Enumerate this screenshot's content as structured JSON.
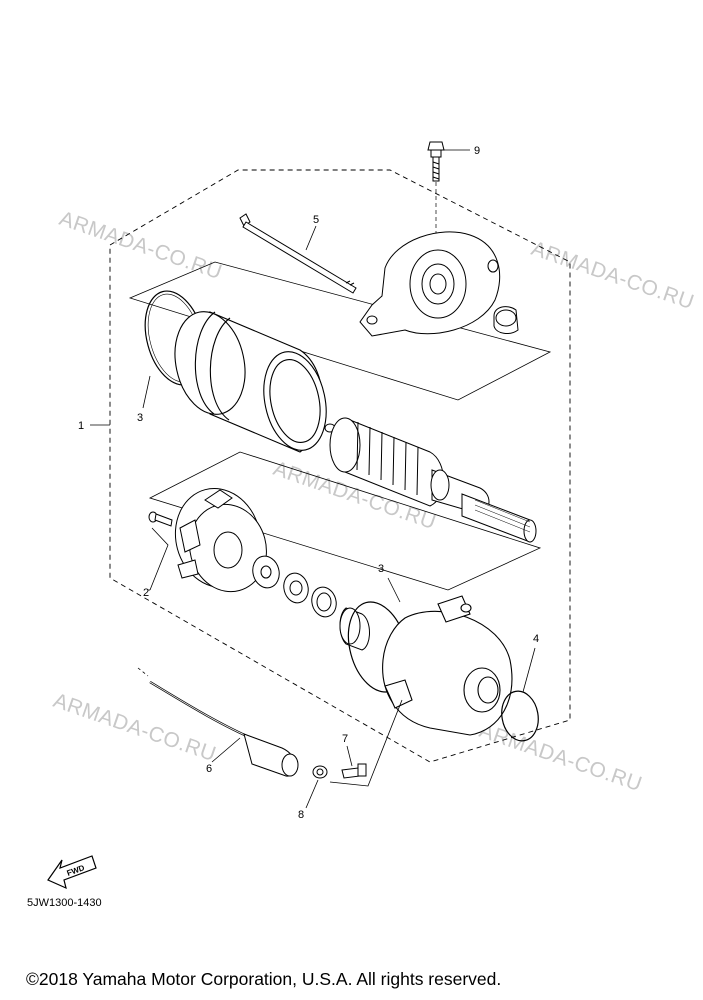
{
  "watermark": "ARMADA-CO.RU",
  "fwd_badge": "FWD",
  "diagram_code": "5JW1300-1430",
  "copyright": "©2018 Yamaha Motor Corporation, U.S.A. All rights reserved.",
  "part_labels": {
    "p1": "1",
    "p2": "2",
    "p3a": "3",
    "p3b": "3",
    "p4": "4",
    "p5": "5",
    "p6": "6",
    "p7": "7",
    "p8": "8",
    "p9": "9"
  },
  "colors": {
    "line": "#000000",
    "watermark": "#c8c8c8"
  }
}
